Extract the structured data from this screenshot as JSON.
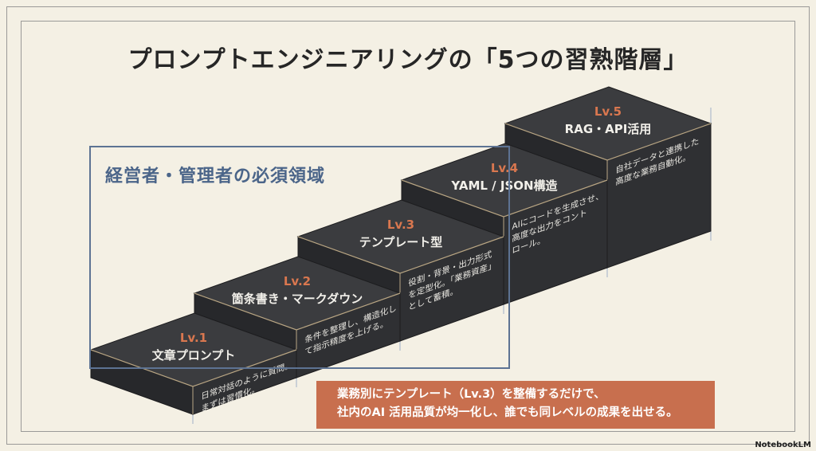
{
  "title": "プロンプトエンジニアリングの「5つの習熟階層」",
  "region_label": "経営者・管理者の必須領域",
  "levels": [
    {
      "level": "Lv.1",
      "name": "文章プロンプト",
      "desc": [
        "日常対話のように質問。",
        "まずは習慣化。"
      ]
    },
    {
      "level": "Lv.2",
      "name": "箇条書き・マークダウン",
      "desc": [
        "条件を整理し、構造化し",
        "て指示精度を上げる。"
      ]
    },
    {
      "level": "Lv.3",
      "name": "テンプレート型",
      "desc": [
        "役割・背景・出力形式",
        "を定型化。「業務資産」",
        "として蓄積。"
      ]
    },
    {
      "level": "Lv.4",
      "name": "YAML / JSON構造",
      "desc": [
        "AIにコードを生成させ、",
        "高度な出力をコント",
        "ロール。"
      ]
    },
    {
      "level": "Lv.5",
      "name": "RAG・API活用",
      "desc": [
        "自社データと連携した",
        "高度な業務自動化。"
      ]
    }
  ],
  "callout": {
    "line1": "業務別にテンプレート（Lv.3）を整備するだけで、",
    "line2": "社内のAI 活用品質が均一化し、誰でも同レベルの成果を出せる。"
  },
  "brand": "NotebookLM",
  "colors": {
    "level_accent": "#d9774f",
    "block_top": "#3b3c3f",
    "block_front": "#2f3033",
    "block_left": "#27282b",
    "edge": "#b9a684",
    "region": "#5d7393",
    "callout": "#c86f4e"
  }
}
